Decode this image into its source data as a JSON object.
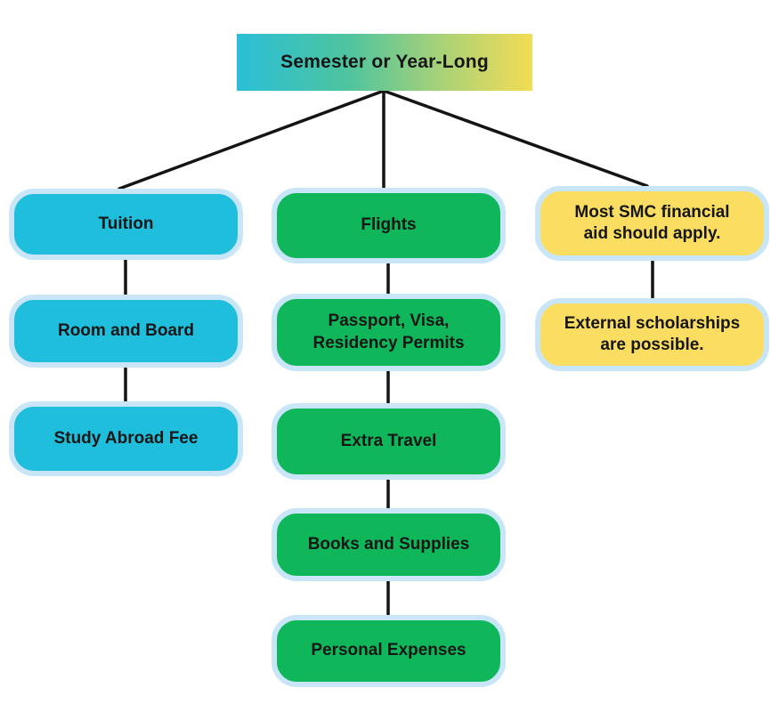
{
  "root_node": {
    "label": "Semester or Year-Long"
  },
  "columns": [
    {
      "id": "tuition-column",
      "color_name": "cyan",
      "nodes": [
        "Tuition",
        "Room and Board",
        "Study Abroad Fee"
      ]
    },
    {
      "id": "travel-column",
      "color_name": "green",
      "nodes": [
        "Flights",
        "Passport, Visa,\nResidency Permits",
        "Extra Travel",
        "Books and Supplies",
        "Personal Expenses"
      ]
    },
    {
      "id": "financial-aid-column",
      "color_name": "yellow",
      "nodes": [
        "Most SMC financial\naid should apply.",
        "External scholarships\nare possible."
      ]
    }
  ],
  "colors": {
    "cyan": "#1FBEDC",
    "green": "#0FB65A",
    "yellow": "#FADD61",
    "node_border": "#C9E6F8",
    "line": "#141414",
    "text": "#161616",
    "grad_start": "#2ABFD8",
    "grad_mid1": "#4FC49E",
    "grad_mid2": "#ABD277",
    "grad_end": "#F3DC55"
  }
}
